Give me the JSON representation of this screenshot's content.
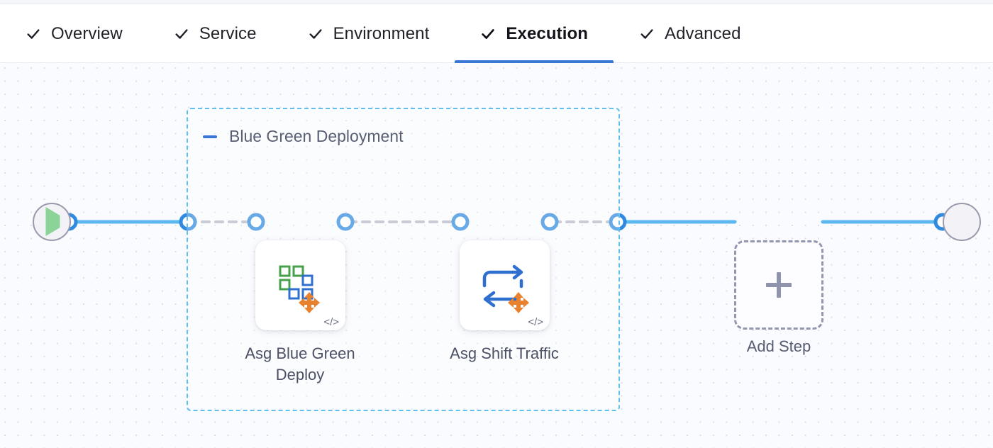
{
  "header": {
    "tabs": [
      {
        "label": "Overview",
        "icon": "check-icon",
        "completed": true,
        "active": false
      },
      {
        "label": "Service",
        "icon": "check-icon",
        "completed": true,
        "active": false
      },
      {
        "label": "Environment",
        "icon": "check-icon",
        "completed": true,
        "active": false
      },
      {
        "label": "Execution",
        "icon": "check-icon",
        "completed": true,
        "active": true
      },
      {
        "label": "Advanced",
        "icon": "check-icon",
        "completed": true,
        "active": false
      }
    ],
    "active_tab": "Execution",
    "active_underline_color": "#3a77d4"
  },
  "canvas": {
    "start_node": {
      "name": "pipeline-start",
      "icon": "play-icon"
    },
    "end_node": {
      "name": "pipeline-end",
      "icon": "stop-icon"
    },
    "group": {
      "title": "Blue Green Deployment",
      "collapse_icon": "minus-icon",
      "border_color": "#5fc0ef",
      "steps": [
        {
          "label": "Asg Blue Green\nDeploy",
          "icon": "asg-blue-green-deploy-icon",
          "badge": "</>"
        },
        {
          "label": "Asg Shift Traffic",
          "icon": "asg-shift-traffic-icon",
          "badge": "</>"
        }
      ]
    },
    "add_step": {
      "label": "Add Step",
      "icon": "plus-icon"
    },
    "colors": {
      "connector_solid": "#5bb8ee",
      "connector_dashed": "#b4b8c6",
      "port_ring": "#2f8ae0",
      "group_dashed": "#5fc0ef",
      "add_step_dashed": "#9296ae",
      "background": "#fafbfe",
      "icon_orange": "#e8822e",
      "icon_blue": "#2f6fd0",
      "icon_green": "#49a04c"
    }
  }
}
